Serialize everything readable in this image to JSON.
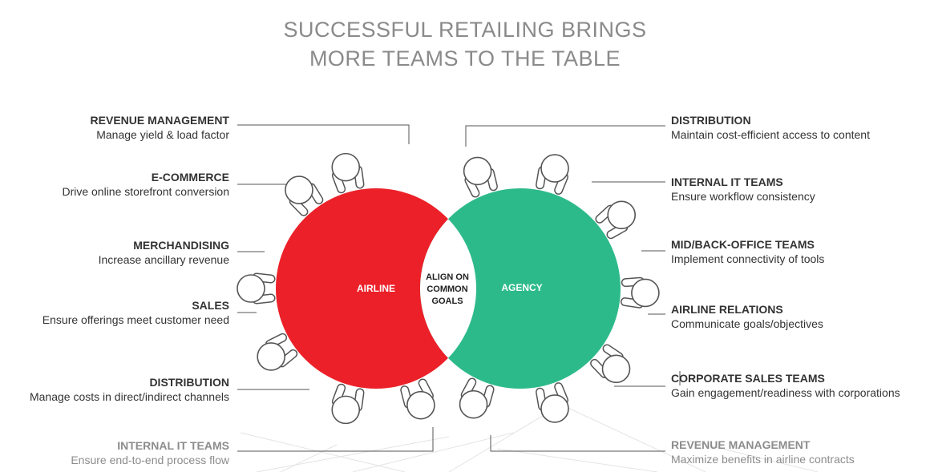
{
  "title": {
    "line1": "SUCCESSFUL RETAILING BRINGS",
    "line2": "MORE TEAMS TO THE TABLE"
  },
  "circles": {
    "left_label": "AIRLINE",
    "right_label": "AGENCY",
    "center_label": [
      "ALIGN ON",
      "COMMON",
      "GOALS"
    ]
  },
  "colors": {
    "airline": "#ec2028",
    "agency": "#2dba8b",
    "title_text": "#8a8a8a",
    "label_text": "#333333",
    "faded_text": "#8c8c8c"
  },
  "left_teams": [
    {
      "name": "REVENUE MANAGEMENT",
      "goal": "Manage yield & load factor"
    },
    {
      "name": "E-COMMERCE",
      "goal": "Drive online storefront conversion"
    },
    {
      "name": "MERCHANDISING",
      "goal": "Increase ancillary revenue"
    },
    {
      "name": "SALES",
      "goal": "Ensure offerings meet customer need"
    },
    {
      "name": "DISTRIBUTION",
      "goal": "Manage costs in direct/indirect channels"
    },
    {
      "name": "INTERNAL IT TEAMS",
      "goal": "Ensure end-to-end process flow"
    }
  ],
  "right_teams": [
    {
      "name": "DISTRIBUTION",
      "goal": "Maintain cost-efficient access to content"
    },
    {
      "name": "INTERNAL IT TEAMS",
      "goal": "Ensure workflow consistency"
    },
    {
      "name": "MID/BACK-OFFICE TEAMS",
      "goal": "Implement connectivity of tools"
    },
    {
      "name": "AIRLINE RELATIONS",
      "goal": "Communicate goals/objectives"
    },
    {
      "name": "CORPORATE SALES TEAMS",
      "goal": "Gain engagement/readiness with corporations"
    },
    {
      "name": "REVENUE MANAGEMENT",
      "goal": "Maximize benefits in airline contracts"
    }
  ]
}
